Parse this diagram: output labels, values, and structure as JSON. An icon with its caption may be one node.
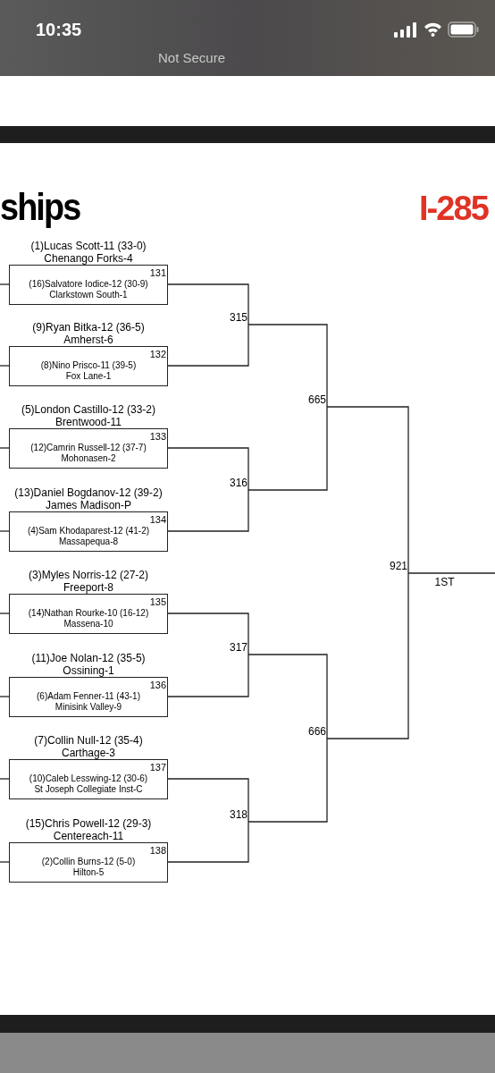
{
  "diagram": {
    "title": "ships",
    "nodes": [
      {
        "text": [
          "(1)Lucas Scott-11 (33-0)",
          "Chenango Forks-4",
          "(16)Salvatore Iodice-12 (30-9)",
          "Clarkstown South-1",
          "131"
        ]
      },
      {
        "text": [
          "(9)Ryan Bitka-12 (36-5)",
          "Amherst-6",
          "(8)Nino Prisco-11 (39-5)",
          "Fox Lane-1",
          "132"
        ]
      },
      {
        "text": [
          "(5)London Castillo-12 (33-2)",
          "Brentwood-11",
          "(12)Camrin Russell-12 (37-7)",
          "Mohonasen-2",
          "133"
        ]
      },
      {
        "text": [
          "(13)Daniel Bogdanov-12 (39-2)",
          "James Madison-P",
          "(4)Sam Khodaparest-12 (41-2)",
          "Massapequa-8",
          "134"
        ]
      },
      {
        "text": [
          "(3)Myles Norris-12 (27-2)",
          "Freeport-8",
          "(14)Nathan Rourke-10 (16-12)",
          "Massena-10",
          "135"
        ]
      },
      {
        "text": [
          "(11)Joe Nolan-12 (35-5)",
          "Ossining-1",
          "(6)Adam Fenner-11 (43-1)",
          "Minisink Valley-9",
          "136"
        ]
      },
      {
        "text": [
          "(7)Collin Null-12 (35-4)",
          "Carthage-3",
          "(10)Caleb Lesswing-12 (30-6)",
          "St Joseph Collegiate Inst-C",
          "137"
        ]
      },
      {
        "text": [
          "(15)Chris Powell-12 (29-3)",
          "Centereach-11",
          "(2)Collin Burns-12 (5-0)",
          "Hilton-5",
          "138"
        ]
      },
      {
        "text": [
          "315"
        ]
      },
      {
        "text": [
          "316"
        ]
      },
      {
        "text": [
          "317"
        ]
      },
      {
        "text": [
          "318"
        ]
      },
      {
        "text": [
          "665"
        ]
      },
      {
        "text": [
          "666"
        ]
      },
      {
        "text": [
          "921"
        ]
      }
    ],
    "edges": [
      {
        "from": null,
        "to": 0,
        "arrow": "none"
      },
      {
        "from": null,
        "to": 1,
        "arrow": "none"
      },
      {
        "from": null,
        "to": 2,
        "arrow": "none"
      },
      {
        "from": null,
        "to": 3,
        "arrow": "none"
      },
      {
        "from": null,
        "to": 4,
        "arrow": "none"
      },
      {
        "from": null,
        "to": 5,
        "arrow": "none"
      },
      {
        "from": null,
        "to": 6,
        "arrow": "none"
      },
      {
        "from": null,
        "to": 7,
        "arrow": "none"
      },
      {
        "from": 0,
        "to": 8,
        "arrow": "none"
      },
      {
        "from": 1,
        "to": 8,
        "arrow": "none"
      },
      {
        "from": 2,
        "to": 9,
        "arrow": "none"
      },
      {
        "from": 3,
        "to": 9,
        "arrow": "none"
      },
      {
        "from": 4,
        "to": 10,
        "arrow": "none"
      },
      {
        "from": 5,
        "to": 10,
        "arrow": "none"
      },
      {
        "from": 6,
        "to": 11,
        "arrow": "none"
      },
      {
        "from": 7,
        "to": 11,
        "arrow": "none"
      },
      {
        "from": 8,
        "to": 12,
        "arrow": "none"
      },
      {
        "from": 9,
        "to": 12,
        "arrow": "none"
      },
      {
        "from": 10,
        "to": 13,
        "arrow": "none"
      },
      {
        "from": 11,
        "to": 13,
        "arrow": "none"
      },
      {
        "from": 12,
        "to": 14,
        "arrow": "none"
      },
      {
        "from": 13,
        "to": 14,
        "arrow": "none"
      },
      {
        "from": 14,
        "to": null,
        "arrow": "none",
        "label": "1ST"
      }
    ],
    "labels": [
      "10:35",
      "Not Secure",
      "I-285"
    ]
  }
}
